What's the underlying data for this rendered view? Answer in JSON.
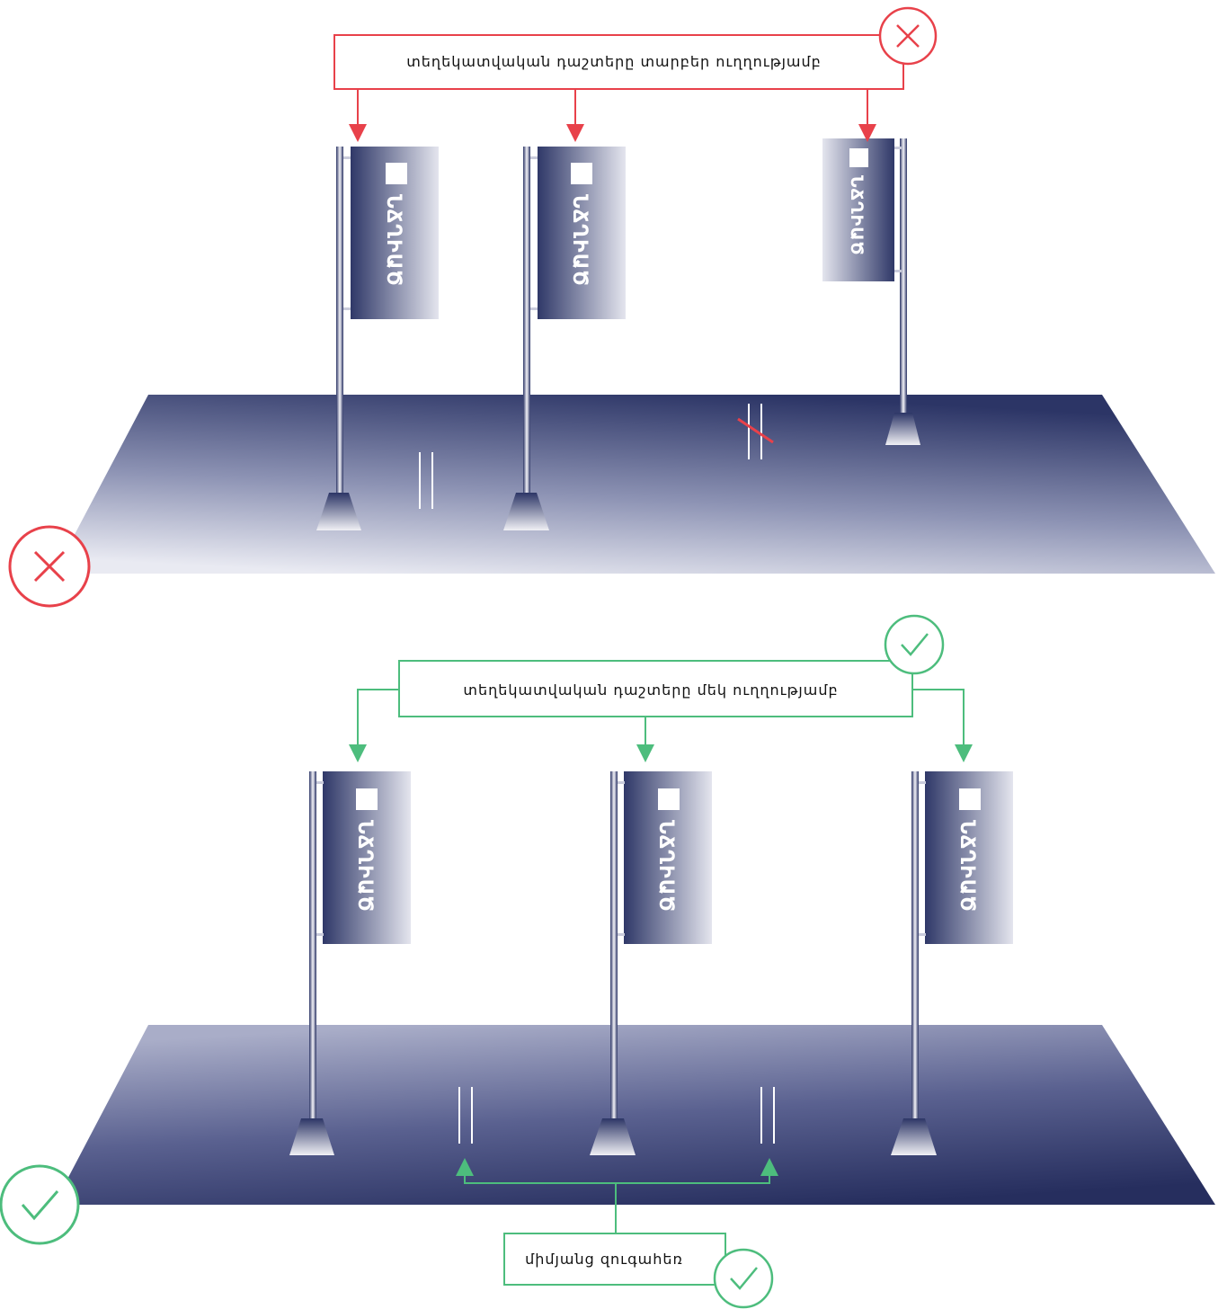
{
  "wrong_example": {
    "callout_text": "տեղեկատվական դաշտերը տարբեր ուղղությամբ",
    "flags": [
      {
        "text": "ՆՃՂԻԱԾ"
      },
      {
        "text": "ՆՃՂԻԱԾ"
      },
      {
        "text": "ՆՃՂԻԱԾ"
      }
    ],
    "status_icon": "cross-icon",
    "status_color": "#e8414a"
  },
  "correct_example": {
    "callout_text": "տեղեկատվական դաշտերը մեկ ուղղությամբ",
    "flags": [
      {
        "text": "ՆՃՂԻԱԾ"
      },
      {
        "text": "ՆՃՂԻԱԾ"
      },
      {
        "text": "ՆՃՂԻԱԾ"
      }
    ],
    "spacing_callout_text": "միմյանց զուգահեռ",
    "status_icon": "check-icon",
    "status_color": "#4dbd7d"
  },
  "colors": {
    "navy": "#2c3566",
    "error": "#e8414a",
    "ok": "#4dbd7d"
  }
}
